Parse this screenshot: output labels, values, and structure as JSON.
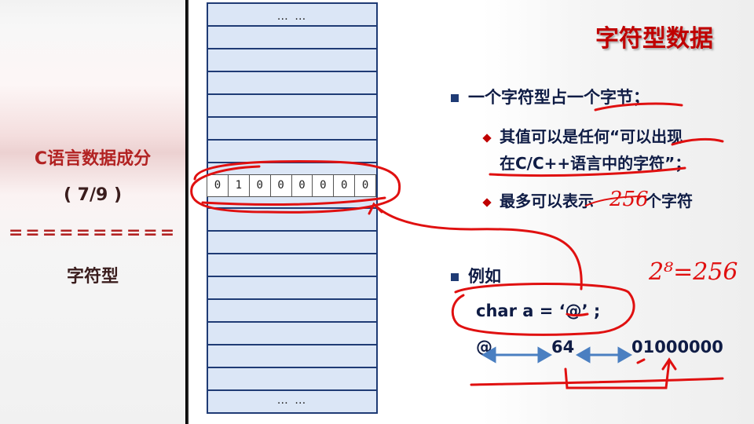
{
  "sidebar": {
    "title": "C语言数据成分",
    "progress": "( 7/9 )",
    "separator": "==========",
    "topic": "字符型"
  },
  "memory": {
    "top_dots": "… …",
    "bottom_dots": "… …",
    "bits": [
      "0",
      "1",
      "0",
      "0",
      "0",
      "0",
      "0",
      "0"
    ]
  },
  "slide": {
    "title": "字符型数据",
    "bullet1": "一个字符型占一个字节；",
    "sub1_line1": "其值可以是任何“可以出现",
    "sub1_line2": "在C/C++语言中的字符”；",
    "sub2_prefix": "最多可以表示",
    "sub2_suffix": "个字符",
    "handwritten_count": "256",
    "example_label": "例如",
    "code": "char a = ‘@’ ;",
    "conv_char": "@",
    "conv_dec": "64",
    "conv_bin": "01000000",
    "handwritten_formula": "2⁸=256"
  },
  "colors": {
    "accent_red": "#c00000",
    "navy": "#1f3b75",
    "memory_fill": "#dbe6f6"
  }
}
